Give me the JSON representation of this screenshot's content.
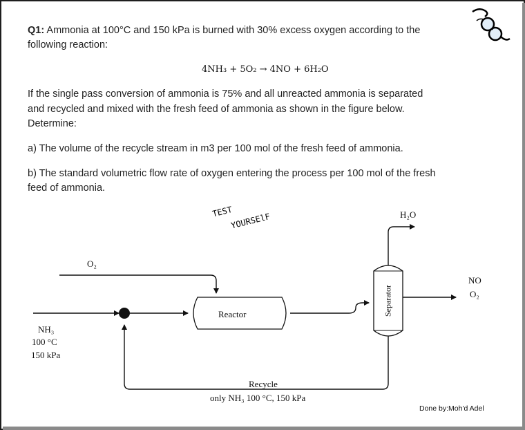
{
  "question": {
    "label": "Q1:",
    "intro_line1": " Ammonia at 100°C and 150 kPa is burned with 30% excess oxygen according to the",
    "intro_line2": "following reaction:",
    "equation": "4NH₃ + 5O₂ → 4NO + 6H₂O",
    "body_line1": "If the single pass conversion of ammonia is 75% and all unreacted ammonia is separated",
    "body_line2": "and recycled and mixed with the fresh feed of ammonia as shown in the figure below.",
    "body_line3": "Determine:",
    "part_a": "a) The volume of the recycle stream in m3 per 100 mol of the fresh feed of ammonia.",
    "part_b_line1": "b) The standard volumetric flow rate of oxygen entering the process per 100 mol of the fresh",
    "part_b_line2": "feed of ammonia."
  },
  "diagram": {
    "o2_label": "O₂",
    "h2o_label": "H₂O",
    "reactor_label": "Reactor",
    "separator_label": "Separator",
    "product_no": "NO",
    "product_o2": "O₂",
    "feed_species": "NH₃",
    "feed_temp": "100 °C",
    "feed_pressure": "150 kPa",
    "recycle_label": "Recycle",
    "recycle_detail": "only NH₃ 100 °C, 150 kPa"
  },
  "handwriting": {
    "line1": "TEST",
    "line2": "YOURSElF"
  },
  "credit": "Done by:Moh'd Adel"
}
